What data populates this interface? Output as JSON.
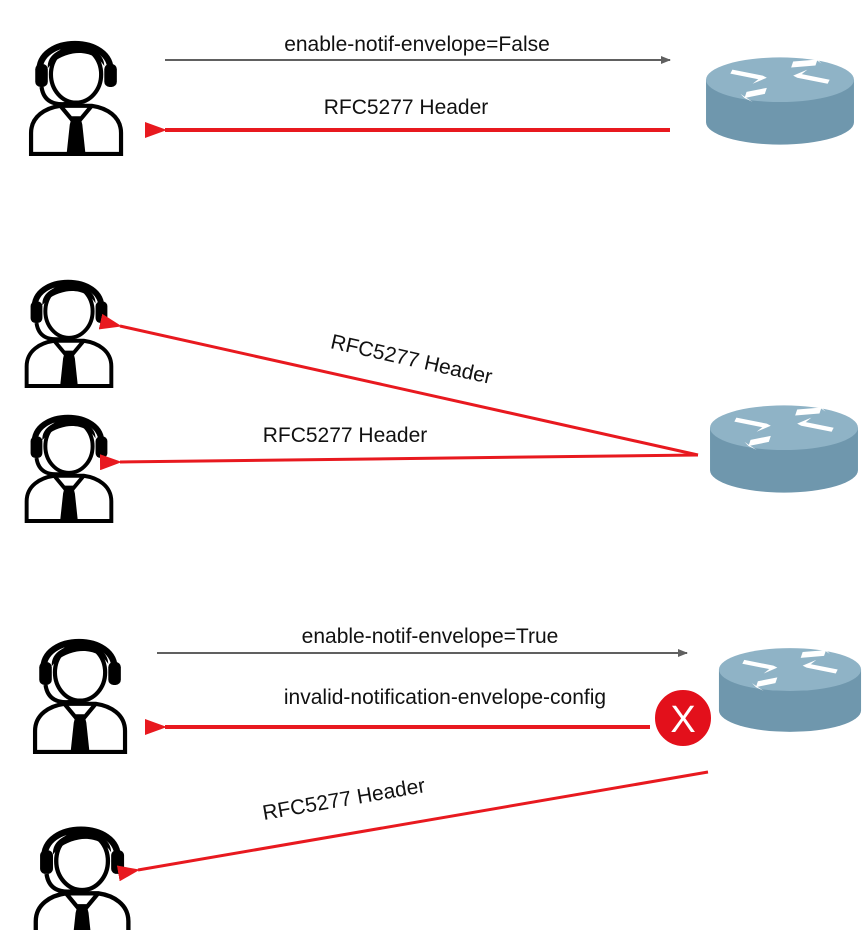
{
  "colors": {
    "request_arrow": "#606060",
    "response_arrow": "#e8191f",
    "error_badge": "#e3101b",
    "router_top": "#8fb3c6",
    "router_side": "#6f97ad"
  },
  "icons": {
    "operator": "operator-headset-icon",
    "router": "router-icon",
    "error": "error-x-icon"
  },
  "scenario1": {
    "request_label": "enable-notif-envelope=False",
    "response_label": "RFC5277 Header"
  },
  "scenario2": {
    "response_label_upper": "RFC5277 Header",
    "response_label_lower": "RFC5277 Header"
  },
  "scenario3": {
    "request_label": "enable-notif-envelope=True",
    "error_label": "invalid-notification-envelope-config",
    "error_mark": "X",
    "response_label": "RFC5277 Header"
  }
}
